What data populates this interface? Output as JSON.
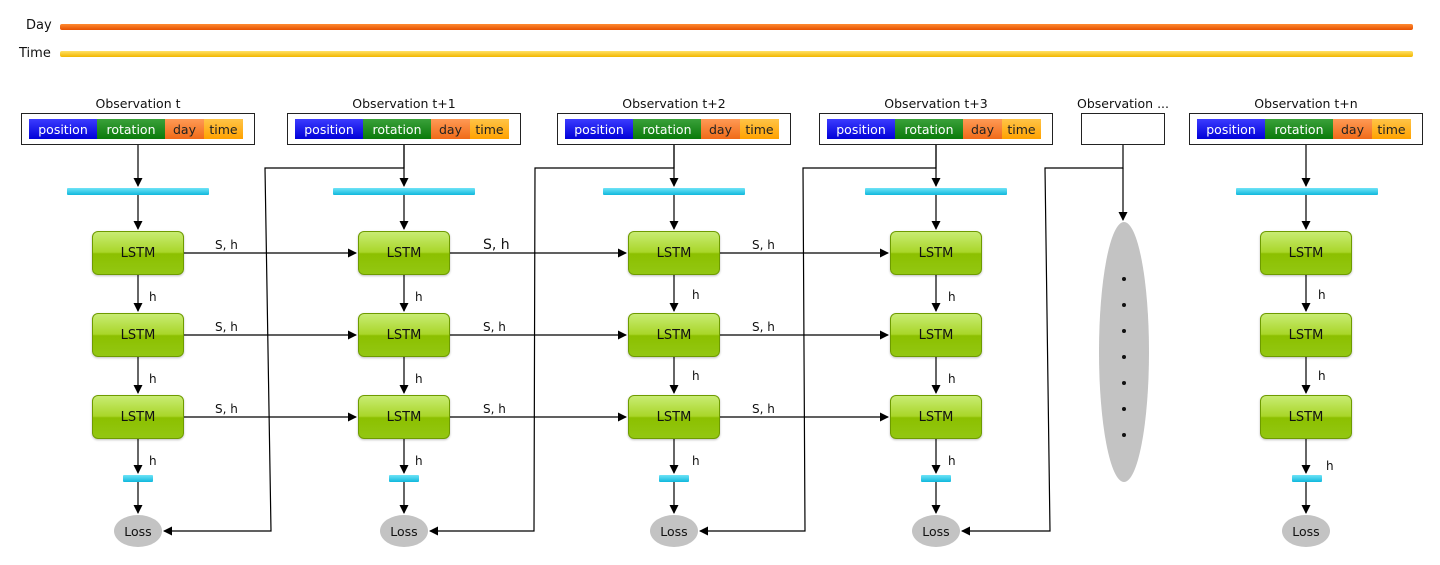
{
  "legend": {
    "day_label": "Day",
    "time_label": "Time",
    "day_color": "#f06a18",
    "time_color": "#ffc400"
  },
  "observations": [
    {
      "title": "Observation t",
      "segments": [
        "position",
        "rotation",
        "day",
        "time"
      ]
    },
    {
      "title": "Observation t+1",
      "segments": [
        "position",
        "rotation",
        "day",
        "time"
      ]
    },
    {
      "title": "Observation t+2",
      "segments": [
        "position",
        "rotation",
        "day",
        "time"
      ]
    },
    {
      "title": "Observation t+3",
      "segments": [
        "position",
        "rotation",
        "day",
        "time"
      ]
    },
    {
      "title": "Observation ...",
      "segments": []
    },
    {
      "title": "Observation t+n",
      "segments": [
        "position",
        "rotation",
        "day",
        "time"
      ]
    }
  ],
  "nodes": {
    "lstm_label": "LSTM",
    "loss_label": "Loss",
    "state_label": "S, h",
    "hidden_label": "h"
  },
  "colors": {
    "position": "#0000d8",
    "rotation": "#0a7a0a",
    "day": "#f06a18",
    "time": "#ffa200",
    "input_bar": "#10b8dc",
    "lstm": "#8cc000",
    "loss": "#c3c3c3"
  }
}
